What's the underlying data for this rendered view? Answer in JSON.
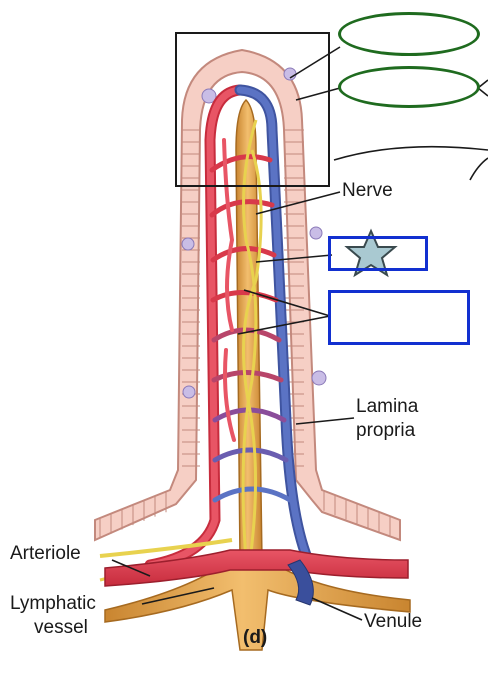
{
  "labels": {
    "nerve": "Nerve",
    "lamina_line1": "Lamina",
    "lamina_line2": "propria",
    "arteriole": "Arteriole",
    "lymphatic_line1": "Lymphatic",
    "lymphatic_line2": "vessel",
    "venule": "Venule",
    "panel": "(d)"
  },
  "colors": {
    "artery": "#d8394a",
    "vein": "#4b63b3",
    "lacteal": "#e2a24a",
    "nerve": "#e8d24f",
    "epithelium_fill": "#f6cfc5",
    "epithelium_stroke": "#c3897d",
    "goblet": "#c9bde6",
    "oval_blank": "#1f6b1f",
    "rect_blank": "#1230d0",
    "star": "#a9c9d1"
  },
  "icons": {
    "star": "star-icon"
  }
}
